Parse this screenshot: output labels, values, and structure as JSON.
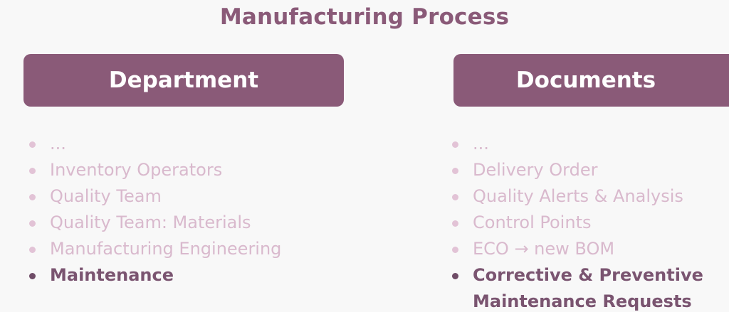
{
  "title": "Manufacturing Process",
  "colors": {
    "accent": "#8a5a78",
    "header_bg": "#8a5a78",
    "faded_text": "#d9b9cd",
    "active_text": "#7a5470"
  },
  "department": {
    "header": "Department",
    "items": [
      {
        "label": "...",
        "state": "faded"
      },
      {
        "label": "Inventory Operators",
        "state": "faded"
      },
      {
        "label": "Quality Team",
        "state": "faded"
      },
      {
        "label": "Quality Team: Materials",
        "state": "faded"
      },
      {
        "label": "Manufacturing Engineering",
        "state": "faded"
      },
      {
        "label": "Maintenance",
        "state": "active"
      }
    ]
  },
  "documents": {
    "header": "Documents",
    "items": [
      {
        "label": "...",
        "state": "faded"
      },
      {
        "label": "Delivery Order",
        "state": "faded"
      },
      {
        "label": "Quality Alerts & Analysis",
        "state": "faded"
      },
      {
        "label": "Control Points",
        "state": "faded"
      },
      {
        "label": "ECO → new BOM",
        "state": "faded"
      },
      {
        "label": "Corrective & Preventive Maintenance Requests",
        "state": "active"
      }
    ]
  }
}
